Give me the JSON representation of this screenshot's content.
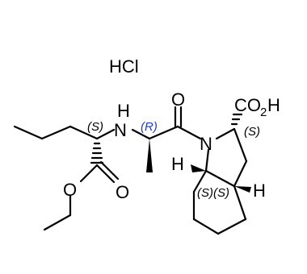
{
  "molecule": {
    "salt": "HCl",
    "atoms": {
      "amine_n": "N",
      "amine_h": "H",
      "carbonyl_o": "O",
      "ring_n": "N",
      "ester_o_single": "O",
      "ester_o_double": "O",
      "h_left": "H",
      "h_right": "H"
    },
    "acid": {
      "main": "CO",
      "sub": "2",
      "tail": "H"
    },
    "stereo_labels": {
      "left_center": "(S)",
      "alanine_center": "(R)",
      "proline_center": "(S)",
      "ring_fusion": "(S)(S)"
    }
  }
}
